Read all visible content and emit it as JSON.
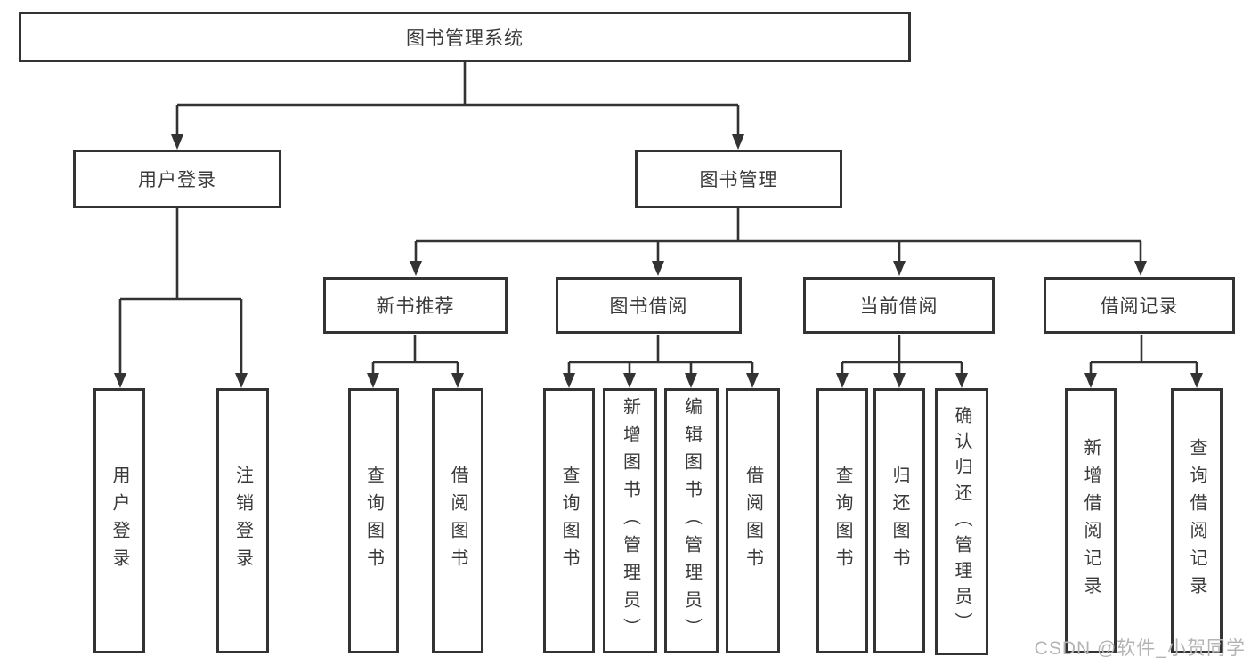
{
  "tree": {
    "label": "图书管理系统",
    "children": [
      {
        "label": "用户登录",
        "children": [
          {
            "label": "用户登录"
          },
          {
            "label": "注销登录"
          }
        ]
      },
      {
        "label": "图书管理",
        "children": [
          {
            "label": "新书推荐",
            "children": [
              {
                "label": "查询图书"
              },
              {
                "label": "借阅图书"
              }
            ]
          },
          {
            "label": "图书借阅",
            "children": [
              {
                "label": "查询图书"
              },
              {
                "label": "新增图书（管理员）"
              },
              {
                "label": "编辑图书（管理员）"
              },
              {
                "label": "借阅图书"
              }
            ]
          },
          {
            "label": "当前借阅",
            "children": [
              {
                "label": "查询图书"
              },
              {
                "label": "归还图书"
              },
              {
                "label": "确认归还（管理员）"
              }
            ]
          },
          {
            "label": "借阅记录",
            "children": [
              {
                "label": "新增借阅记录"
              },
              {
                "label": "查询借阅记录"
              }
            ]
          }
        ]
      }
    ]
  },
  "watermark": "CSDN @软件_小贺同学",
  "colors": {
    "line": "#333333",
    "box_border": "#333333",
    "box_fill": "#ffffff",
    "text": "#3a3a3a",
    "watermark": "#b4b4b4"
  }
}
